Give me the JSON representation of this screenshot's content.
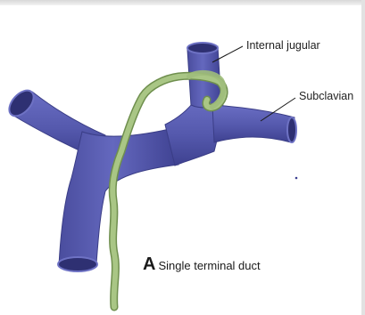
{
  "labels": {
    "internal_jugular": "Internal jugular",
    "subclavian": "Subclavian"
  },
  "caption": {
    "letter": "A",
    "text": "Single terminal duct"
  },
  "colors": {
    "vein_fill": "#5b5fb3",
    "vein_dark": "#3c3f8a",
    "vein_lumen": "#2c2e6e",
    "duct_fill": "#a6c482",
    "duct_dark": "#6f8f4e",
    "leader_line": "#1a1a1a"
  }
}
